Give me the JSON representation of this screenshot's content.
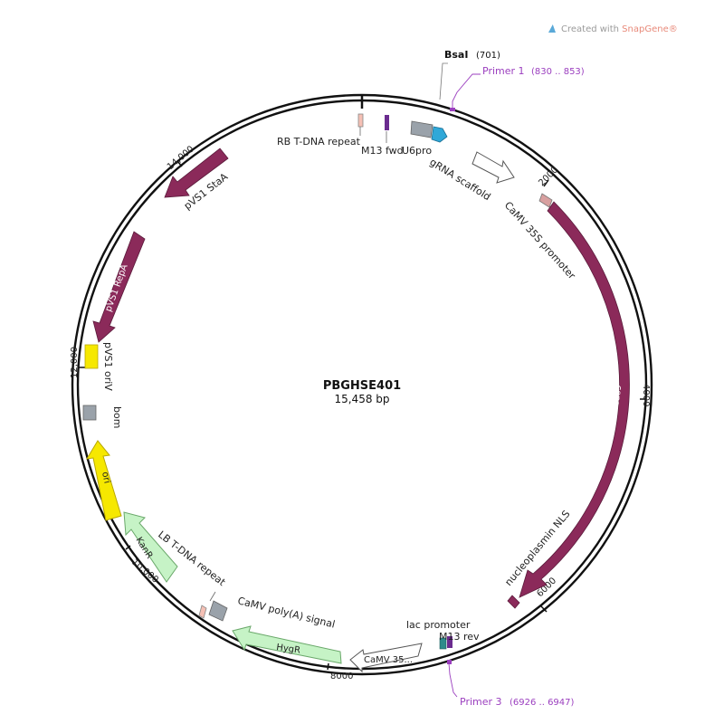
{
  "credit": {
    "prefix": "Created with",
    "brand": "SnapGene®"
  },
  "plasmid": {
    "name": "PBGHSE401",
    "size_label": "15,458 bp"
  },
  "colors": {
    "magenta": "#8b2a5a",
    "yellow": "#f6e800",
    "light_green": "#c6f3c6",
    "gray": "#9aa2aa",
    "cyan": "#2fa8d8",
    "purple": "#6b2c8f",
    "pink": "#f5c0b5",
    "primer": "#9b3fbf"
  },
  "ticks": [
    "2000",
    "4000",
    "6000",
    "8000",
    "10,000",
    "12,000",
    "14,000"
  ],
  "enzyme": {
    "name": "BsaI",
    "position": "(701)"
  },
  "primers": [
    {
      "name": "Primer 1",
      "range": "(830 .. 853)"
    },
    {
      "name": "Primer 3",
      "range": "(6926 .. 6947)"
    }
  ],
  "features": [
    {
      "name": "RB T-DNA repeat",
      "color": "pink"
    },
    {
      "name": "M13 fwd",
      "color": "purple"
    },
    {
      "name": "U6pro",
      "color": "gray"
    },
    {
      "name": "gRNA scaffold",
      "color": "white"
    },
    {
      "name": "CaMV 35S promoter",
      "color": "pink"
    },
    {
      "name": "Cas9",
      "color": "magenta"
    },
    {
      "name": "nucleoplasmin NLS",
      "color": "magenta"
    },
    {
      "name": "lac promoter",
      "color": "teal"
    },
    {
      "name": "M13 rev",
      "color": "purple"
    },
    {
      "name": "CaMV 35...",
      "color": "white"
    },
    {
      "name": "HygR",
      "color": "light_green"
    },
    {
      "name": "CaMV poly(A) signal",
      "color": "gray"
    },
    {
      "name": "LB T-DNA repeat",
      "color": "pink"
    },
    {
      "name": "KanR",
      "color": "light_green"
    },
    {
      "name": "ori",
      "color": "yellow"
    },
    {
      "name": "bom",
      "color": "gray"
    },
    {
      "name": "pVS1 oriV",
      "color": "yellow"
    },
    {
      "name": "pVS1 RepA",
      "color": "magenta"
    },
    {
      "name": "pVS1 StaA",
      "color": "magenta"
    }
  ]
}
